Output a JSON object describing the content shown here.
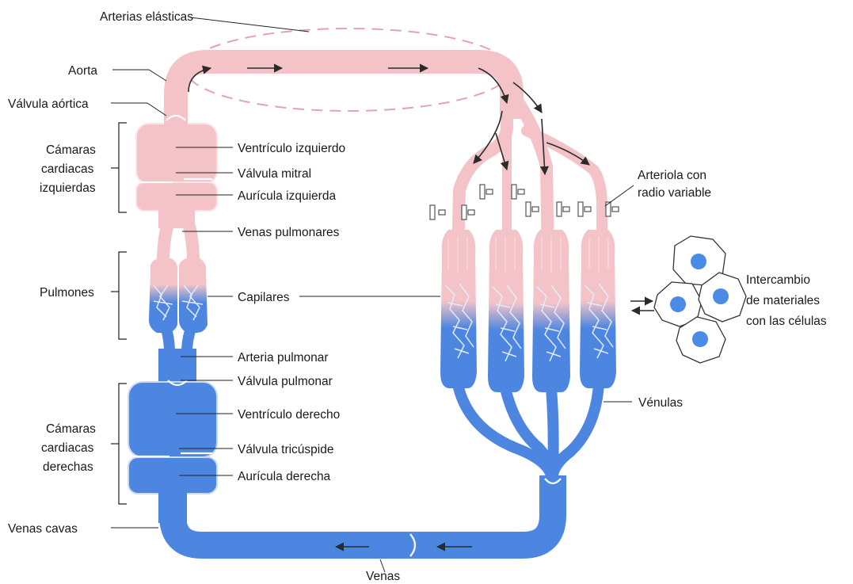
{
  "labels": {
    "arterias_elasticas": "Arterias elásticas",
    "aorta": "Aorta",
    "valvula_aortica": "Válvula aórtica",
    "camaras_izq": [
      "Cámaras",
      "cardiacas",
      "izquierdas"
    ],
    "ventriculo_izquierdo": "Ventrículo izquierdo",
    "valvula_mitral": "Válvula mitral",
    "auricula_izquierda": "Aurícula izquierda",
    "venas_pulmonares": "Venas pulmonares",
    "pulmones": "Pulmones",
    "capilares": "Capilares",
    "arteria_pulmonar": "Arteria pulmonar",
    "valvula_pulmonar": "Válvula pulmonar",
    "camaras_der": [
      "Cámaras",
      "cardiacas",
      "derechas"
    ],
    "ventriculo_derecho": "Ventrículo derecho",
    "valvula_tricuspide": "Válvula tricúspide",
    "auricula_derecha": "Aurícula derecha",
    "venas_cavas": "Venas cavas",
    "venas": "Venas",
    "arteriola": [
      "Arteriola con",
      "radio variable"
    ],
    "intercambio": [
      "Intercambio",
      "de materiales",
      "con las células"
    ],
    "venulas": "Vénulas"
  },
  "colors": {
    "oxygenated": "#f3c3c8",
    "oxygenated_dark": "#ebb1b8",
    "deoxygenated": "#4d86e0",
    "deoxygenated_light": "#7fa9ec",
    "cell_nucleus": "#4a8be6",
    "dashed_line": "#e3a4ab"
  }
}
